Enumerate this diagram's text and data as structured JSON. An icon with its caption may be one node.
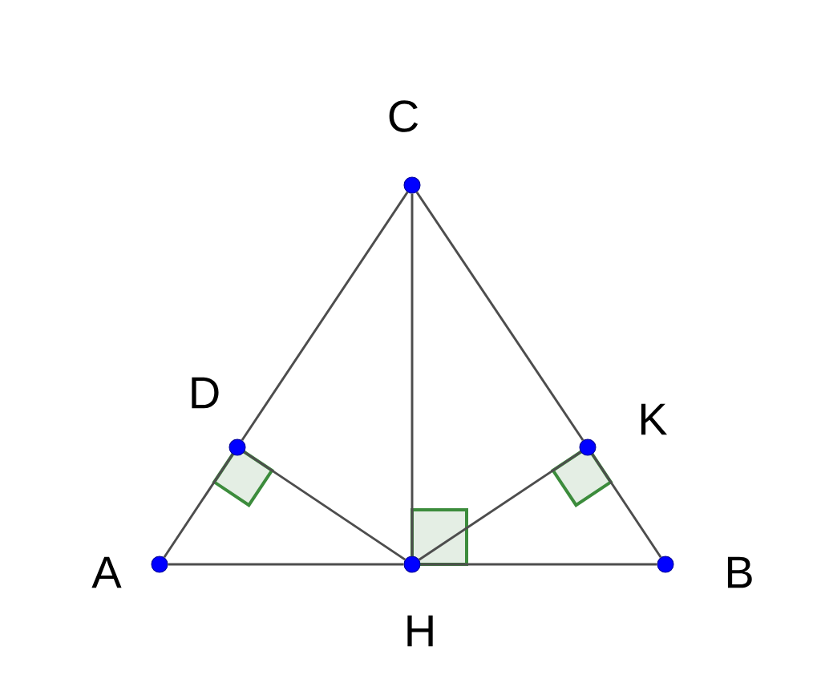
{
  "diagram": {
    "nodes": [
      {
        "text": [],
        "shape": "circle",
        "beside": [
          "C"
        ]
      },
      {
        "text": [],
        "shape": "circle",
        "beside": [
          "D"
        ]
      },
      {
        "text": [],
        "shape": "circle",
        "beside": [
          "K"
        ]
      },
      {
        "text": [],
        "shape": "circle",
        "beside": [
          "A"
        ]
      },
      {
        "text": [],
        "shape": "circle",
        "beside": [
          "H"
        ]
      },
      {
        "text": [],
        "shape": "circle",
        "beside": [
          "B"
        ]
      }
    ],
    "edges": [
      {
        "from": 3,
        "to": 1,
        "arrow": "none"
      },
      {
        "from": 1,
        "to": 0,
        "arrow": "none"
      },
      {
        "from": 0,
        "to": 2,
        "arrow": "none"
      },
      {
        "from": 2,
        "to": 5,
        "arrow": "none"
      },
      {
        "from": 3,
        "to": 4,
        "arrow": "none"
      },
      {
        "from": 4,
        "to": 5,
        "arrow": "none"
      },
      {
        "from": 0,
        "to": 4,
        "arrow": "none"
      },
      {
        "from": 1,
        "to": 4,
        "arrow": "none"
      },
      {
        "from": 2,
        "to": 4,
        "arrow": "none"
      }
    ]
  }
}
